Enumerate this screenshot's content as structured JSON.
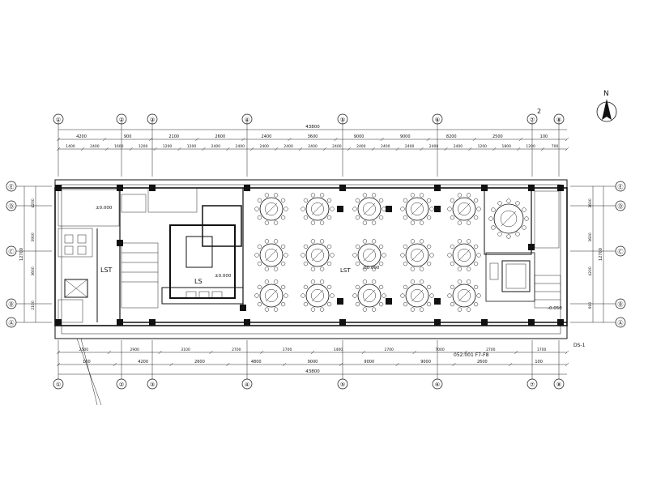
{
  "axes": {
    "top": [
      "①",
      "②",
      "③",
      "④",
      "⑤",
      "⑥",
      "⑦",
      "⑧"
    ],
    "bottom": [
      "①",
      "②",
      "③",
      "④",
      "⑤",
      "⑥",
      "⑦",
      "⑧"
    ],
    "left": [
      "Ⓔ",
      "Ⓓ",
      "Ⓒ",
      "Ⓑ",
      "Ⓐ"
    ],
    "right": [
      "Ⓔ",
      "Ⓓ",
      "Ⓒ",
      "Ⓑ",
      "Ⓐ"
    ]
  },
  "north": {
    "label": "N"
  },
  "dims": {
    "top_total": "43800",
    "top_bays": [
      "4200",
      "900",
      "2100",
      "2600",
      "2400",
      "3600",
      "9000",
      "9000",
      "8200",
      "2500",
      "100"
    ],
    "top_sub": [
      "1400",
      "2400",
      "1600",
      "1200",
      "1200",
      "1200",
      "2400",
      "2400",
      "2400",
      "2400",
      "2400",
      "2400",
      "2400",
      "2400",
      "2400",
      "2400",
      "2400",
      "1200",
      "1800",
      "1200",
      "700"
    ],
    "bottom_total": "43800",
    "bottom_bays": [
      "100",
      "4200",
      "2600",
      "4800",
      "9000",
      "9000",
      "9000",
      "2600",
      "100"
    ],
    "bottom_sub": [
      "2500",
      "2900",
      "3100",
      "2700",
      "2700",
      "1400",
      "2700",
      "7000",
      "2700",
      "1700"
    ],
    "left_total": "12700",
    "left_bays": [
      "4200",
      "3900",
      "3600",
      "2100"
    ],
    "right_total": "12700",
    "right_bays": [
      "3600",
      "3600",
      "4200",
      "900"
    ]
  },
  "room_labels": {
    "elev_lobby": "LST",
    "kitchen_center": "LS",
    "main_hall": "LST",
    "level_1": "±0.000",
    "level_2": "±0.000",
    "level_3": "±0.000",
    "level_4": "-0.050"
  },
  "notes": {
    "sheet_no": "2",
    "section_ref": "DS-1",
    "bottom_note": "052.001 F7-F8",
    "right_ref": "DS-1"
  },
  "tables": {
    "rows": 3,
    "cols": 5,
    "private_room": 1
  }
}
